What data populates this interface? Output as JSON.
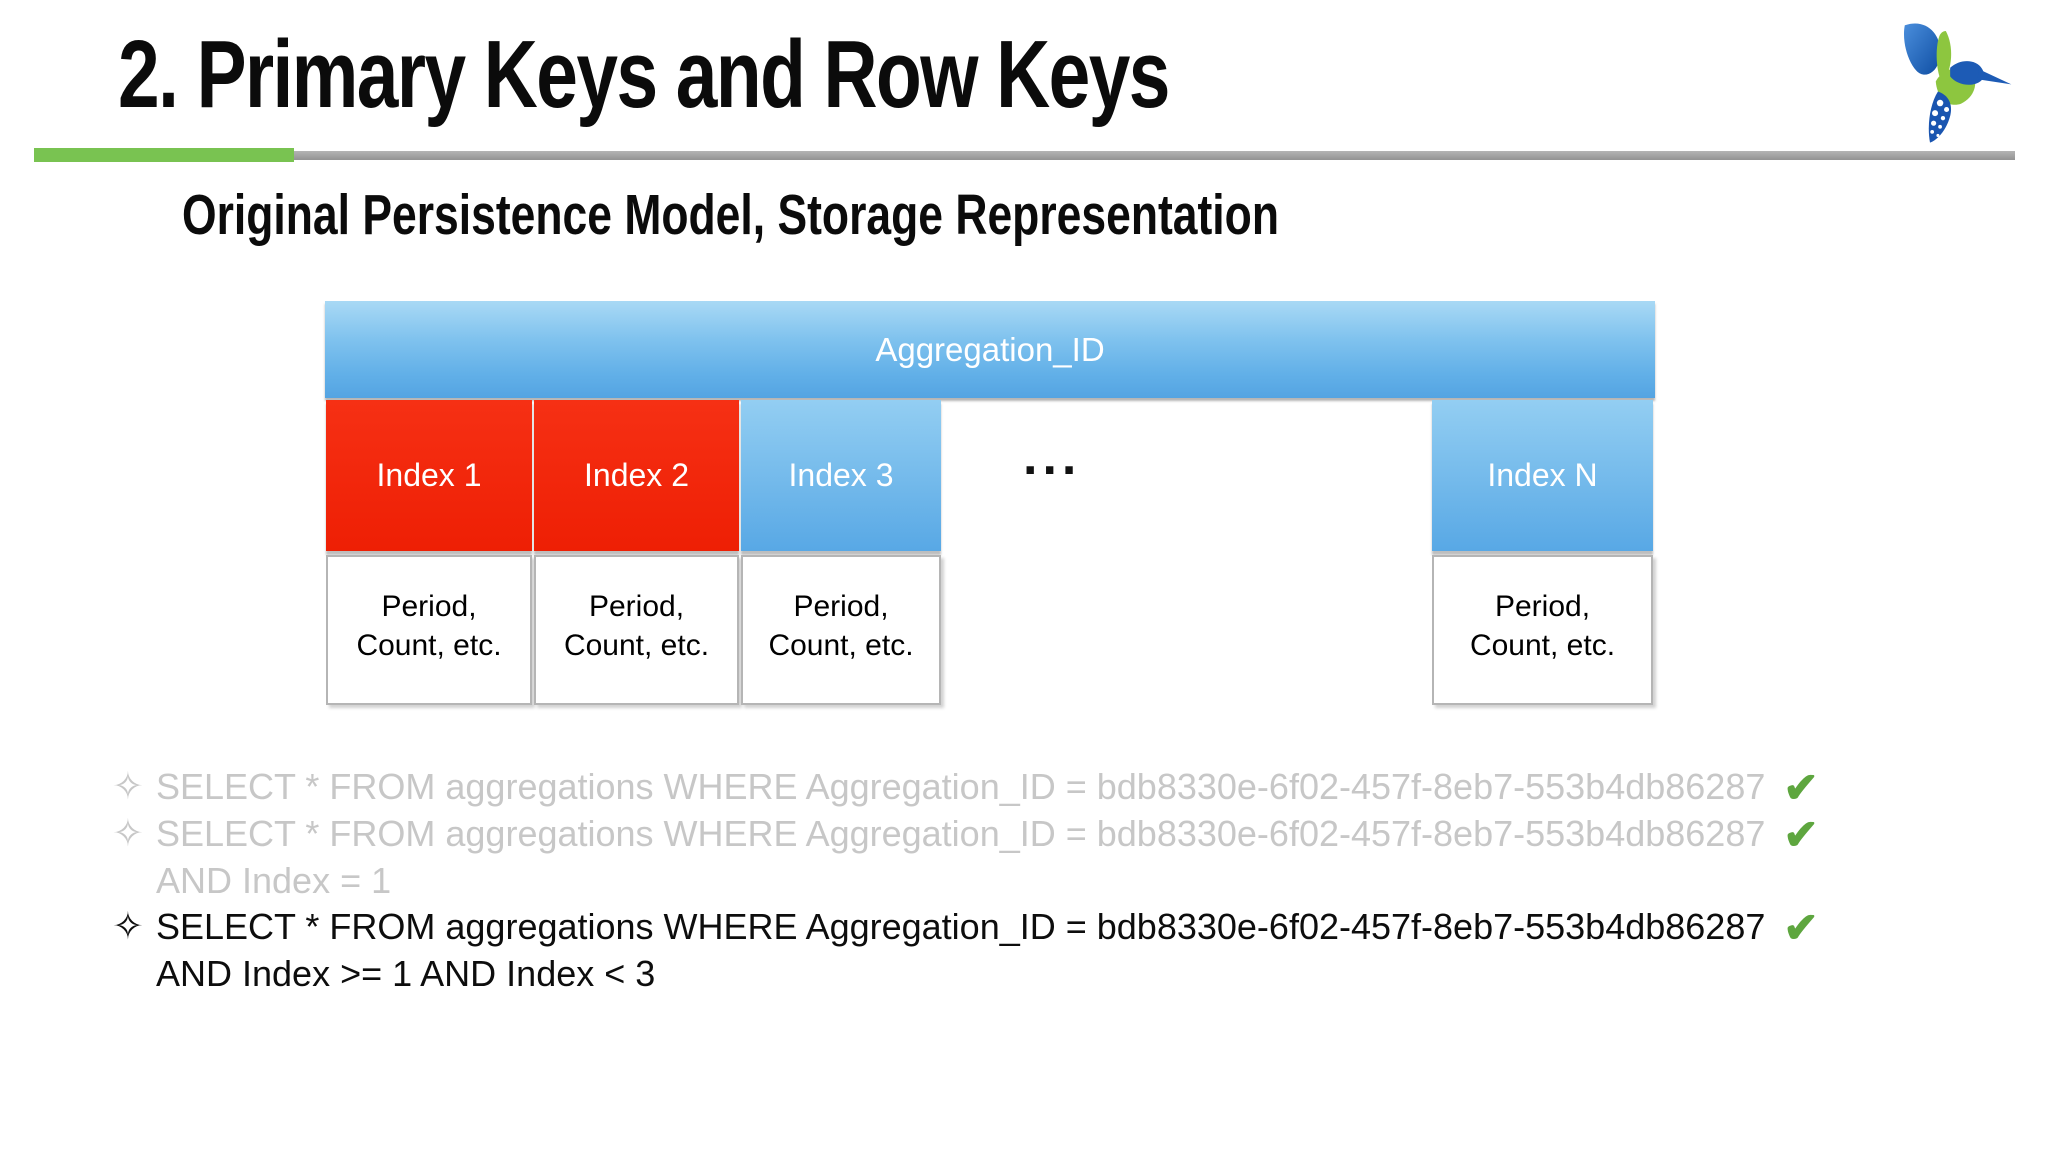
{
  "slide": {
    "title": "2. Primary Keys and Row Keys",
    "subtitle": "Original Persistence Model, Storage Representation"
  },
  "logo": {
    "name": "hummingbird-logo"
  },
  "diagram": {
    "header_label": "Aggregation_ID",
    "ellipsis": "...",
    "index_cells": [
      {
        "label": "Index 1",
        "style": "red"
      },
      {
        "label": "Index 2",
        "style": "red"
      },
      {
        "label": "Index 3",
        "style": "blue"
      },
      {
        "label": "Index N",
        "style": "blue"
      }
    ],
    "value_cells": [
      {
        "line1": "Period,",
        "line2": "Count, etc."
      },
      {
        "line1": "Period,",
        "line2": "Count, etc."
      },
      {
        "line1": "Period,",
        "line2": "Count, etc."
      },
      {
        "line1": "Period,",
        "line2": "Count, etc."
      }
    ]
  },
  "queries": [
    {
      "bullet": "✧",
      "line1": "SELECT * FROM aggregations WHERE Aggregation_ID = bdb8330e-6f02-457f-8eb7-553b4db86287",
      "line2": "",
      "status_icon": "✔",
      "state": "dimmed"
    },
    {
      "bullet": "✧",
      "line1": "SELECT * FROM aggregations WHERE Aggregation_ID = bdb8330e-6f02-457f-8eb7-553b4db86287",
      "line2": "AND Index = 1",
      "status_icon": "✔",
      "state": "dimmed"
    },
    {
      "bullet": "✧",
      "line1": "SELECT * FROM aggregations WHERE Aggregation_ID = bdb8330e-6f02-457f-8eb7-553b4db86287",
      "line2": "AND Index >= 1 AND Index < 3",
      "status_icon": "✔",
      "state": "active"
    }
  ],
  "colors": {
    "accent_green_bar": "#79c351",
    "divider_gray_bar": "#a6a6a6",
    "cell_red": "#f3260c",
    "cell_blue_top": "#93cef2",
    "cell_blue_bottom": "#58a8e5",
    "header_blue_top": "#a9d9f5",
    "header_blue_bottom": "#54a4e2",
    "check_green": "#5ea63f",
    "dimmed_text": "#c7c7c7",
    "active_text": "#0d0d0d"
  }
}
